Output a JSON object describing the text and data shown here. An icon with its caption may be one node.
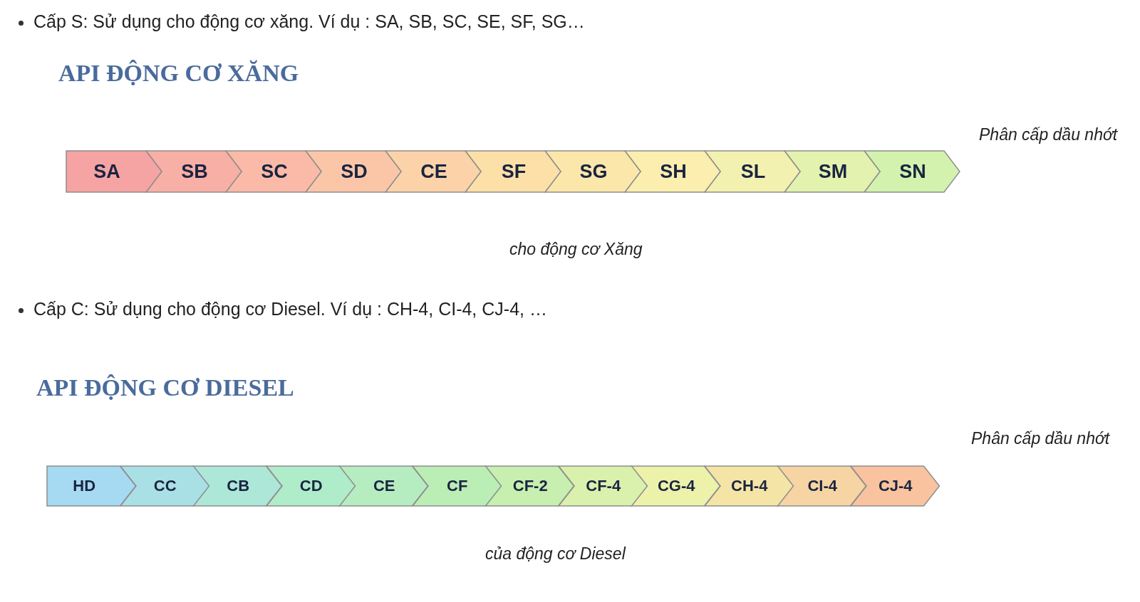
{
  "diagram": {
    "nodes": [
      {
        "text": [
          "SA"
        ]
      },
      {
        "text": [
          "SB"
        ]
      },
      {
        "text": [
          "SC"
        ]
      },
      {
        "text": [
          "SD"
        ]
      },
      {
        "text": [
          "CE"
        ]
      },
      {
        "text": [
          "SF"
        ]
      },
      {
        "text": [
          "SG"
        ]
      },
      {
        "text": [
          "SH"
        ]
      },
      {
        "text": [
          "SL"
        ]
      },
      {
        "text": [
          "SM"
        ]
      },
      {
        "text": [
          "SN"
        ]
      },
      {
        "text": [
          "HD"
        ]
      },
      {
        "text": [
          "CC"
        ]
      },
      {
        "text": [
          "CB"
        ]
      },
      {
        "text": [
          "CD"
        ]
      },
      {
        "text": [
          "CE"
        ]
      },
      {
        "text": [
          "CF"
        ]
      },
      {
        "text": [
          "CF-2"
        ]
      },
      {
        "text": [
          "CF-4"
        ]
      },
      {
        "text": [
          "CG-4"
        ]
      },
      {
        "text": [
          "CH-4"
        ]
      },
      {
        "text": [
          "CI-4"
        ]
      },
      {
        "text": [
          "CJ-4"
        ]
      }
    ],
    "labels": [
      "Cấp S: Sử dụng cho động cơ xăng. Ví dụ : SA, SB, SC, SE, SF, SG…",
      "API ĐỘNG CƠ XĂNG",
      "Phân cấp dầu nhớt",
      "cho động cơ Xăng",
      "Cấp C: Sử dụng cho động cơ Diesel. Ví dụ : CH-4, CI-4, CJ-4, …",
      "API ĐỘNG CƠ DIESEL",
      "Phân cấp dầu nhớt",
      "của động cơ Diesel"
    ]
  }
}
